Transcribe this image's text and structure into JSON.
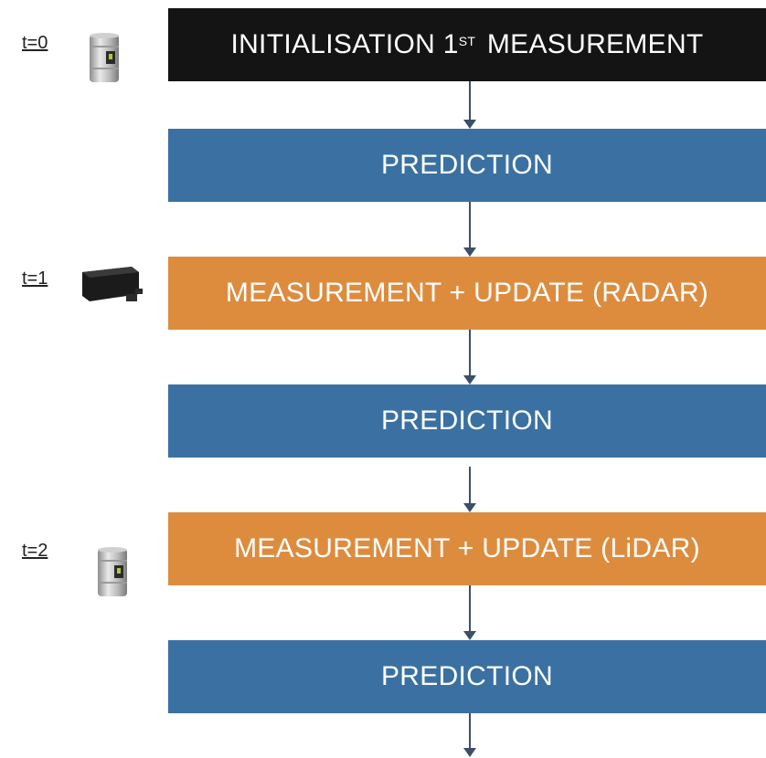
{
  "timesteps": [
    "t=0",
    "t=1",
    "t=2"
  ],
  "steps": {
    "init_text": "INITIALISATION 1",
    "init_sup": "ST",
    "init_rest": " MEASUREMENT",
    "prediction_1": "PREDICTION",
    "measurement_radar": "MEASUREMENT + UPDATE (RADAR)",
    "prediction_2": "PREDICTION",
    "measurement_lidar": "MEASUREMENT + UPDATE (LiDAR)",
    "prediction_3": "PREDICTION"
  },
  "colors": {
    "init": "#141414",
    "prediction": "#3a71a2",
    "measurement": "#dd8c3e"
  },
  "icons": [
    "lidar-sensor-icon",
    "radar-sensor-icon",
    "lidar-sensor-icon"
  ]
}
